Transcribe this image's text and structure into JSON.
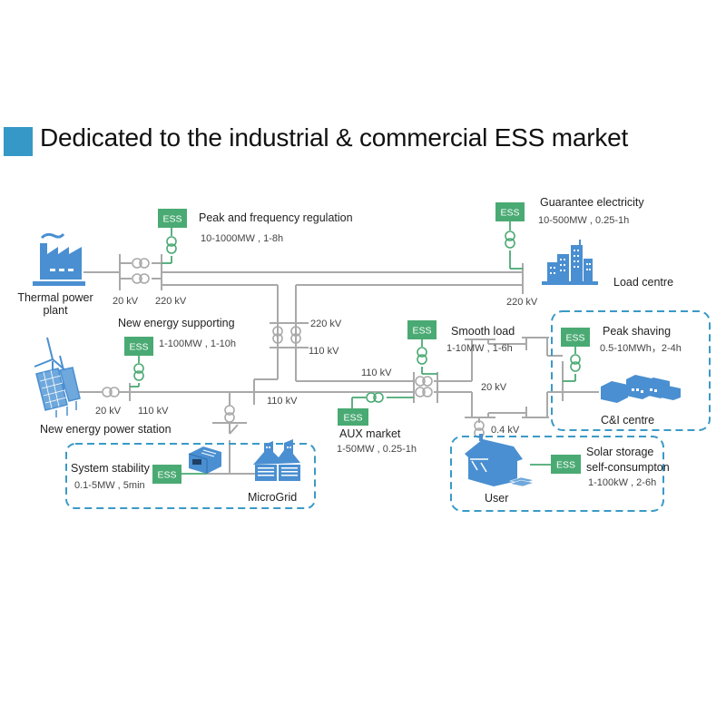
{
  "header": {
    "title": "Dedicated to the industrial & commercial ESS market",
    "accent_color": "#3598c6"
  },
  "colors": {
    "line_gray": "#a9a9a9",
    "ess_green": "#4aaa73",
    "icon_blue": "#4a8fd1",
    "dash_blue": "#3a9ac6"
  },
  "ess_label": "ESS",
  "nodes": {
    "thermal": {
      "label_line1": "Thermal power",
      "label_line2": "plant"
    },
    "new_energy_station": {
      "label": "New energy power station"
    },
    "load_centre": {
      "label": "Load centre"
    },
    "ci_centre": {
      "label": "C&I centre"
    },
    "microgrid": {
      "label": "MicroGrid"
    },
    "user": {
      "label": "User"
    }
  },
  "applications": {
    "peak_freq": {
      "title": "Peak and frequency regulation",
      "spec": "10-1000MW , 1-8h"
    },
    "guarantee": {
      "title": "Guarantee electricity",
      "spec": "10-500MW , 0.25-1h"
    },
    "new_energy_supporting": {
      "title": "New energy supporting",
      "spec": "1-100MW , 1-10h"
    },
    "smooth_load": {
      "title": "Smooth load",
      "spec": "1-10MW , 1-6h"
    },
    "peak_shaving": {
      "title": "Peak shaving",
      "spec": "0.5-10MWh，2-4h"
    },
    "aux_market": {
      "title": "AUX market",
      "spec": "1-50MW , 0.25-1h"
    },
    "system_stability": {
      "title": "System stability",
      "spec": "0.1-5MW , 5min"
    },
    "solar_storage": {
      "title_line1": "Solar storage",
      "title_line2": "self-consumpton",
      "spec": "1-100kW , 2-6h"
    }
  },
  "voltages": {
    "thermal_low": "20 kV",
    "thermal_high": "220 kV",
    "load_bus": "220 kV",
    "sub_high": "220 kV",
    "sub_low": "110 kV",
    "ne_low": "20 kV",
    "ne_high": "110 kV",
    "main_110": "110 kV",
    "dist_110": "110 kV",
    "dist_20": "20 kV",
    "user_04": "0.4 kV"
  }
}
